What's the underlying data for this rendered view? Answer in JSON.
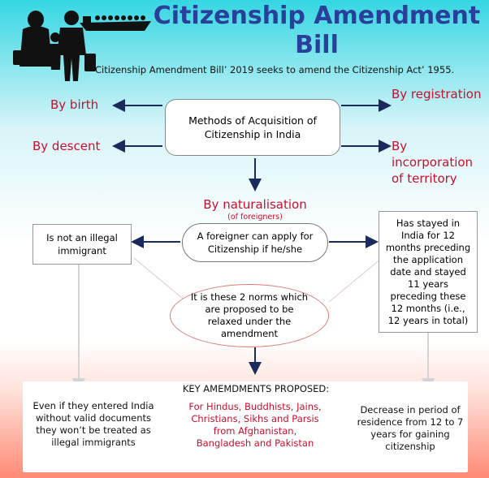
{
  "header": {
    "title_line1": "Citizenship Amendment",
    "title_line2": "Bill",
    "subtitle": "Citizenship Amendment Bill’ 2019 seeks to amend the Citizenship Act’ 1955."
  },
  "methods": {
    "center_label": "Methods of Acquisition of Citizenship in India",
    "by_birth": "By birth",
    "by_descent": "By descent",
    "by_registration": "By registration",
    "by_incorporation": "By incorporation of territory",
    "by_naturalisation": "By naturalisation",
    "naturalisation_note": "(of foreigners)"
  },
  "naturalisation": {
    "foreigner_label": "A foreigner can apply for Citizenship if he/she",
    "not_illegal": "Is not an illegal immigrant",
    "residence_rule": "Has stayed in India for 12 months preceding the application date and stayed 11 years preceding these 12 months (i.e., 12 years in total)",
    "norms_note": "It is these 2 norms which are proposed to be relaxed under the amendment"
  },
  "amendments": {
    "heading": "KEY AMEMDMENTS PROPOSED:",
    "center": "For Hindus, Buddhists, Jains, Christians, Sikhs and Parsis from Afghanistan, Bangladesh and Pakistan",
    "left": "Even if they entered India without valid documents they won’t be treated as illegal immigrants",
    "right": "Decrease in period of residence from 12 to 7 years for gaining citizenship"
  },
  "colors": {
    "title": "#2a3f9a",
    "method_text": "#c8102e",
    "arrow": "#1a2a5c",
    "oval_border_red": "#e07a7a",
    "bg_top": "#35d6e3",
    "bg_bottom": "#ff8a75"
  },
  "icons": [
    "family-silhouette-icon",
    "refugee-boat-icon"
  ]
}
